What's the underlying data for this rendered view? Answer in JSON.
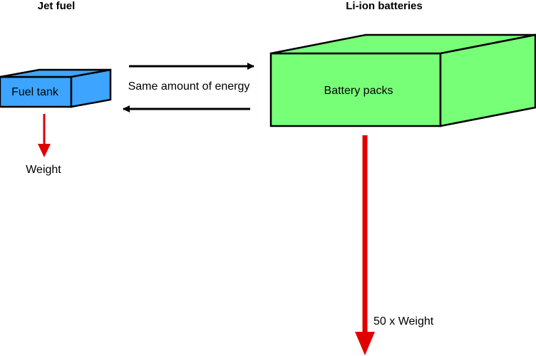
{
  "left": {
    "heading": "Jet fuel",
    "box_label": "Fuel tank",
    "weight_label": "Weight",
    "box_color": "#3da5ff"
  },
  "right": {
    "heading": "Li-ion batteries",
    "box_label": "Battery packs",
    "weight_label": "50 x Weight",
    "box_color": "#77ff77"
  },
  "middle": {
    "label": "Same amount of energy"
  },
  "colors": {
    "outline": "#000000",
    "weight_arrow": "#e00000"
  }
}
